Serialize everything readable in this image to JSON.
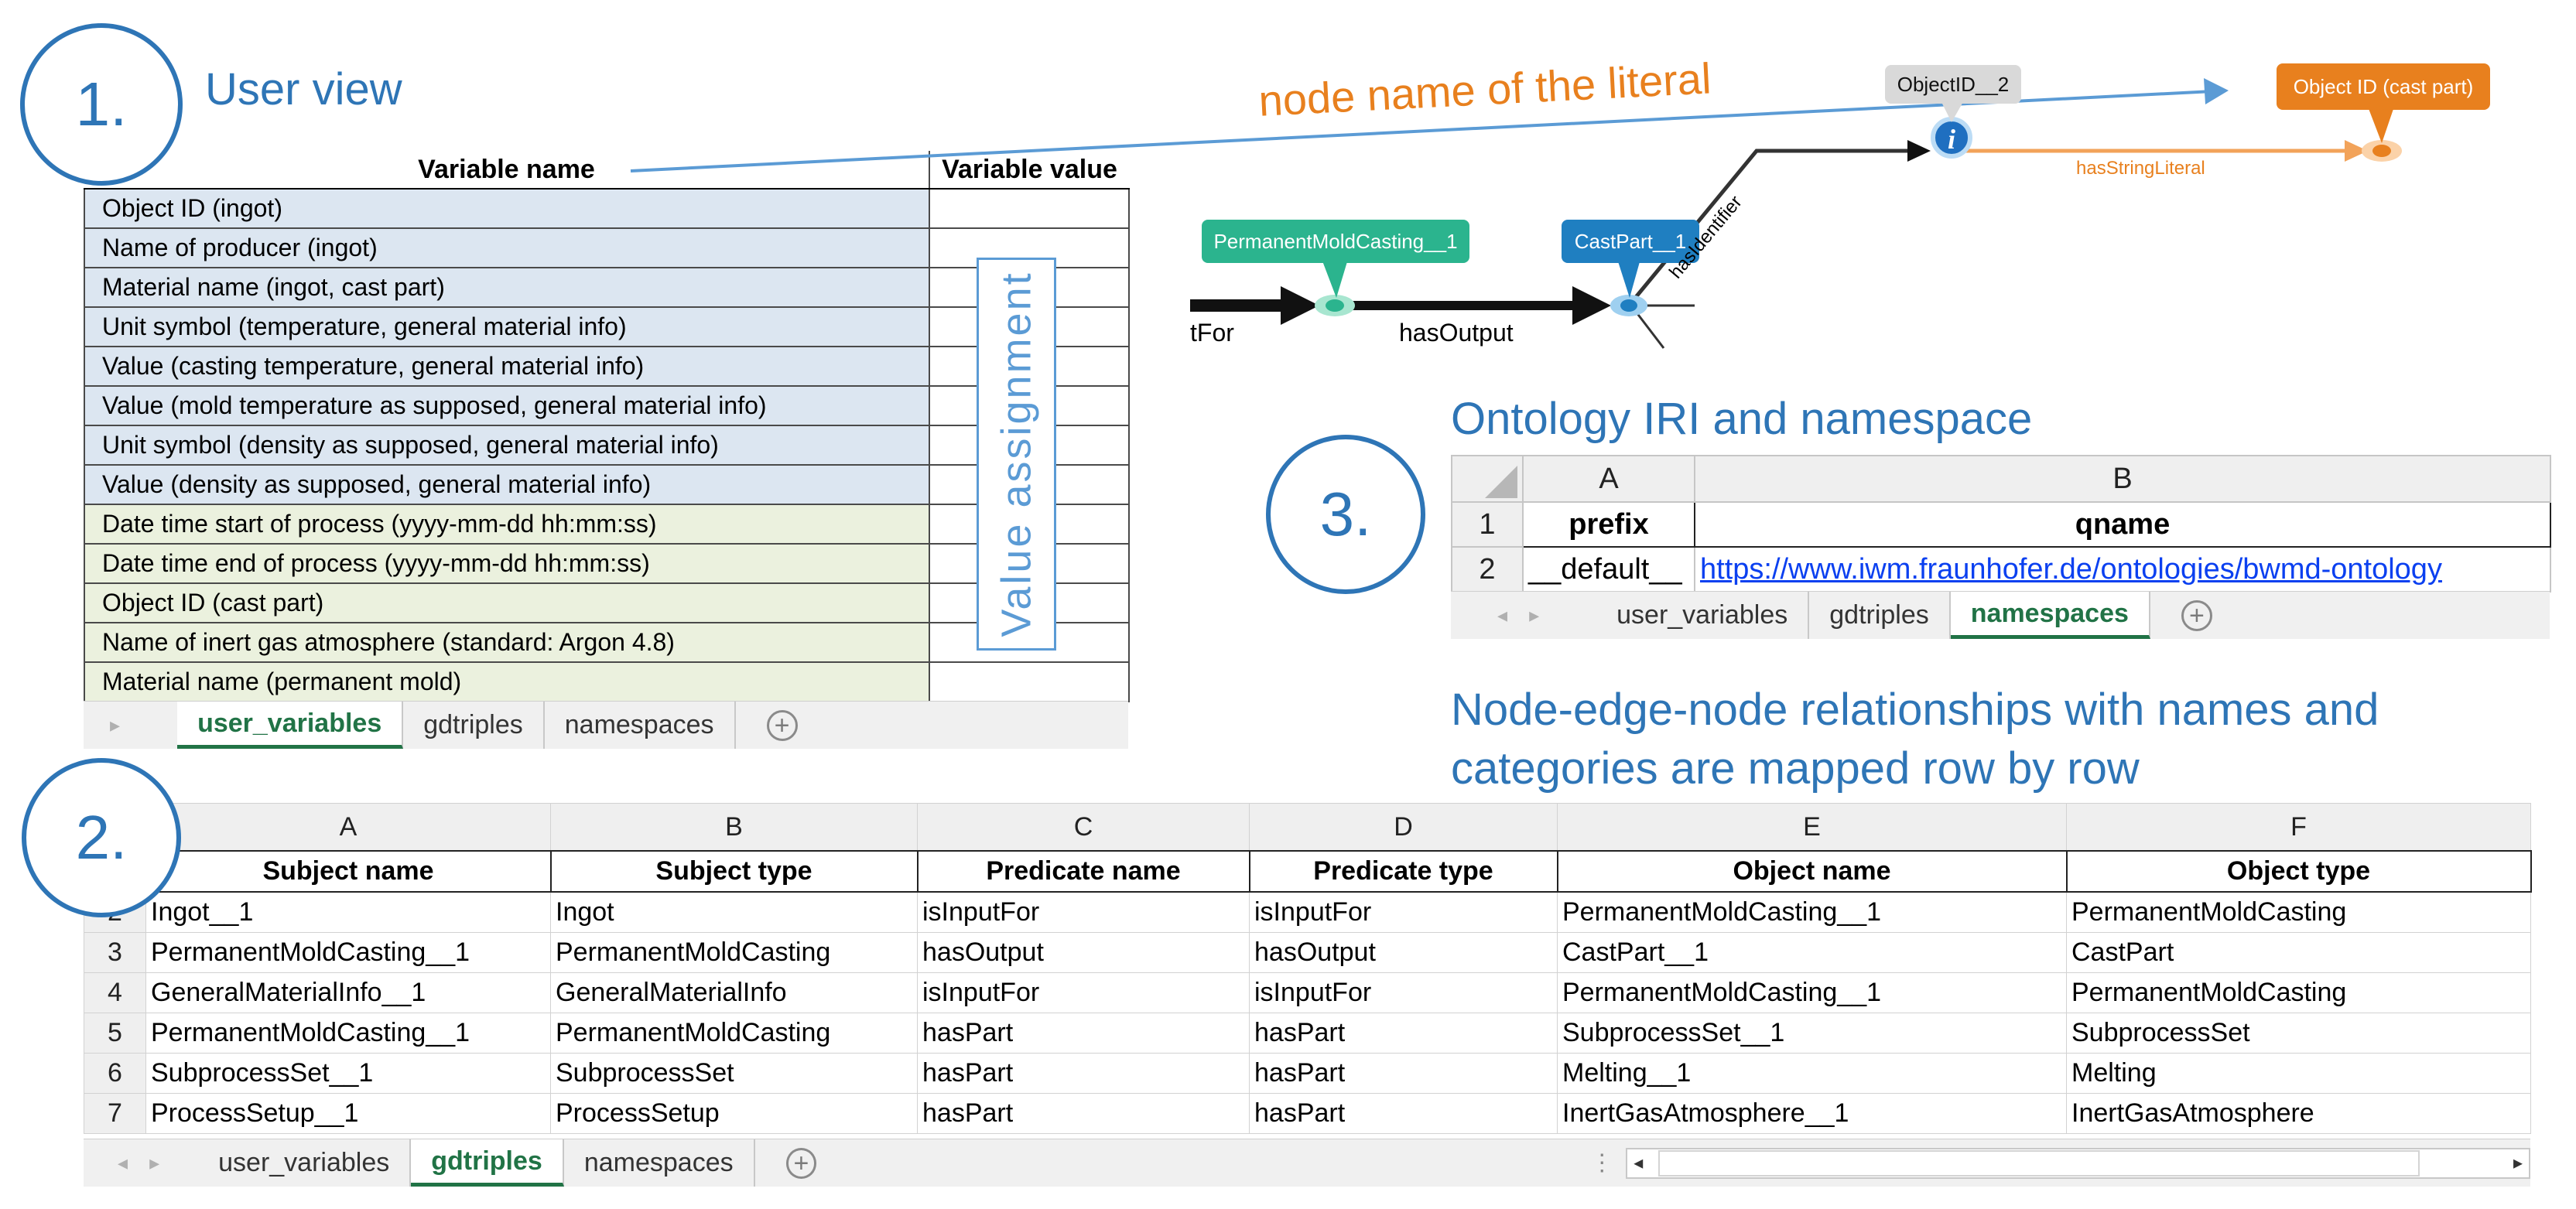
{
  "section1": {
    "number": "1.",
    "heading": "User view",
    "annotation": "node name of the literal",
    "col_variable_name": "Variable name",
    "col_variable_value": "Variable value",
    "rows": [
      {
        "name": "Object ID (ingot)",
        "group": "blue"
      },
      {
        "name": "Name of producer (ingot)",
        "group": "blue"
      },
      {
        "name": "Material name (ingot, cast part)",
        "group": "blue"
      },
      {
        "name": "Unit symbol (temperature, general material info)",
        "group": "blue"
      },
      {
        "name": "Value (casting temperature, general material info)",
        "group": "blue"
      },
      {
        "name": "Value (mold temperature as supposed, general material info)",
        "group": "blue"
      },
      {
        "name": "Unit symbol (density as supposed, general material info)",
        "group": "blue"
      },
      {
        "name": "Value (density as supposed, general material info)",
        "group": "blue"
      },
      {
        "name": "Date time start of process (yyyy-mm-dd hh:mm:ss)",
        "group": "green"
      },
      {
        "name": "Date time end of process (yyyy-mm-dd hh:mm:ss)",
        "group": "green"
      },
      {
        "name": "Object ID (cast part)",
        "group": "green"
      },
      {
        "name": "Name of inert gas atmosphere (standard: Argon 4.8)",
        "group": "green"
      },
      {
        "name": "Material name (permanent mold)",
        "group": "green"
      }
    ],
    "value_assignment": "Value assignment",
    "tabs": [
      "user_variables",
      "gdtriples",
      "namespaces"
    ],
    "active_tab": 0
  },
  "diagram": {
    "nodes": {
      "objectid2": "ObjectID__2",
      "objectid_cast": "Object ID (cast part)",
      "pmc": "PermanentMoldCasting__1",
      "castpart": "CastPart__1"
    },
    "edges": {
      "has_string_literal": "hasStringLiteral",
      "has_output": "hasOutput",
      "has_identifier": "hasIdentifier",
      "input_for_partial": "tFor"
    },
    "colors": {
      "orange": "#e8801e",
      "blue": "#1f7fc1",
      "teal": "#2bb48e",
      "grey": "#d9d9d9"
    }
  },
  "section3": {
    "number": "3.",
    "heading": "Ontology IRI and namespace",
    "col_a": "A",
    "col_b": "B",
    "rows": [
      {
        "n": "1",
        "a": "prefix",
        "b": "qname"
      },
      {
        "n": "2",
        "a": "__default__",
        "b": "https://www.iwm.fraunhofer.de/ontologies/bwmd-ontology"
      }
    ],
    "tabs": [
      "user_variables",
      "gdtriples",
      "namespaces"
    ],
    "active_tab": 2
  },
  "section2": {
    "number": "2.",
    "heading_line1": "Node-edge-node relationships with names and",
    "heading_line2": "categories are mapped row by row",
    "columns": [
      "A",
      "B",
      "C",
      "D",
      "E",
      "F"
    ],
    "headers": [
      "Subject name",
      "Subject type",
      "Predicate name",
      "Predicate type",
      "Object name",
      "Object type"
    ],
    "row_numbers": [
      "2",
      "3",
      "4",
      "5",
      "6",
      "7"
    ],
    "rows": [
      [
        "Ingot__1",
        "Ingot",
        "isInputFor",
        "isInputFor",
        "PermanentMoldCasting__1",
        "PermanentMoldCasting"
      ],
      [
        "PermanentMoldCasting__1",
        "PermanentMoldCasting",
        "hasOutput",
        "hasOutput",
        "CastPart__1",
        "CastPart"
      ],
      [
        "GeneralMaterialInfo__1",
        "GeneralMaterialInfo",
        "isInputFor",
        "isInputFor",
        "PermanentMoldCasting__1",
        "PermanentMoldCasting"
      ],
      [
        "PermanentMoldCasting__1",
        "PermanentMoldCasting",
        "hasPart",
        "hasPart",
        "SubprocessSet__1",
        "SubprocessSet"
      ],
      [
        "SubprocessSet__1",
        "SubprocessSet",
        "hasPart",
        "hasPart",
        "Melting__1",
        "Melting"
      ],
      [
        "ProcessSetup__1",
        "ProcessSetup",
        "hasPart",
        "hasPart",
        "InertGasAtmosphere__1",
        "InertGasAtmosphere"
      ]
    ],
    "tabs": [
      "user_variables",
      "gdtriples",
      "namespaces"
    ],
    "active_tab": 1
  }
}
